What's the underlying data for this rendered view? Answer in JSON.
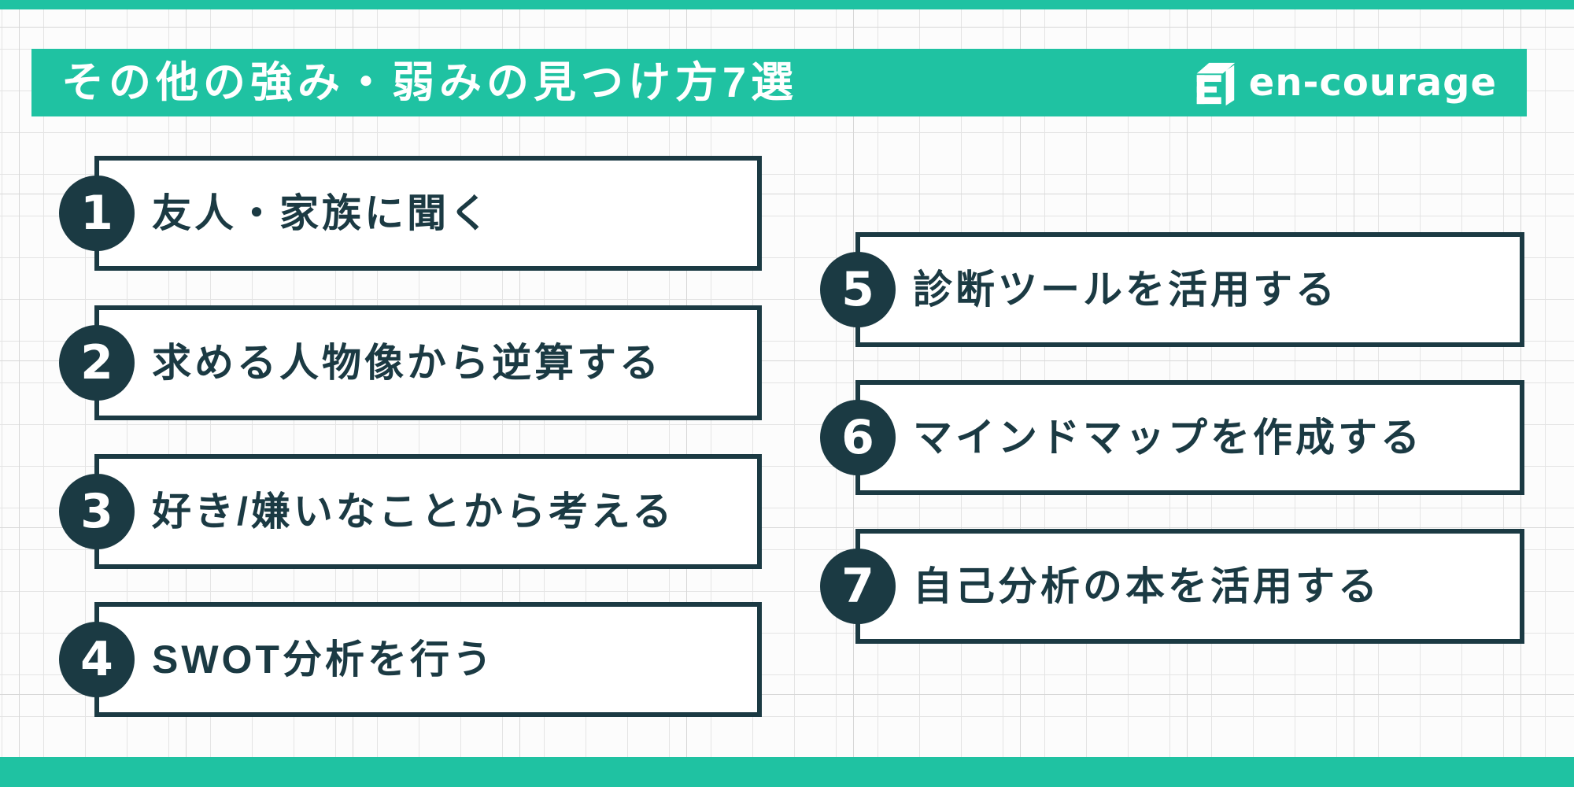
{
  "header": {
    "title": "その他の強み・弱みの見つけ方7選",
    "brand": "en-courage"
  },
  "colors": {
    "teal": "#1fc2a2",
    "dark_navy": "#1b3a43",
    "grid_line": "#e4e4e4",
    "background": "#fcfcfc"
  },
  "items": [
    {
      "number": "1",
      "label": "友人・家族に聞く"
    },
    {
      "number": "2",
      "label": "求める人物像から逆算する"
    },
    {
      "number": "3",
      "label": "好き/嫌いなことから考える"
    },
    {
      "number": "4",
      "label": "SWOT分析を行う"
    },
    {
      "number": "5",
      "label": "診断ツールを活用する"
    },
    {
      "number": "6",
      "label": "マインドマップを作成する"
    },
    {
      "number": "7",
      "label": "自己分析の本を活用する"
    }
  ]
}
